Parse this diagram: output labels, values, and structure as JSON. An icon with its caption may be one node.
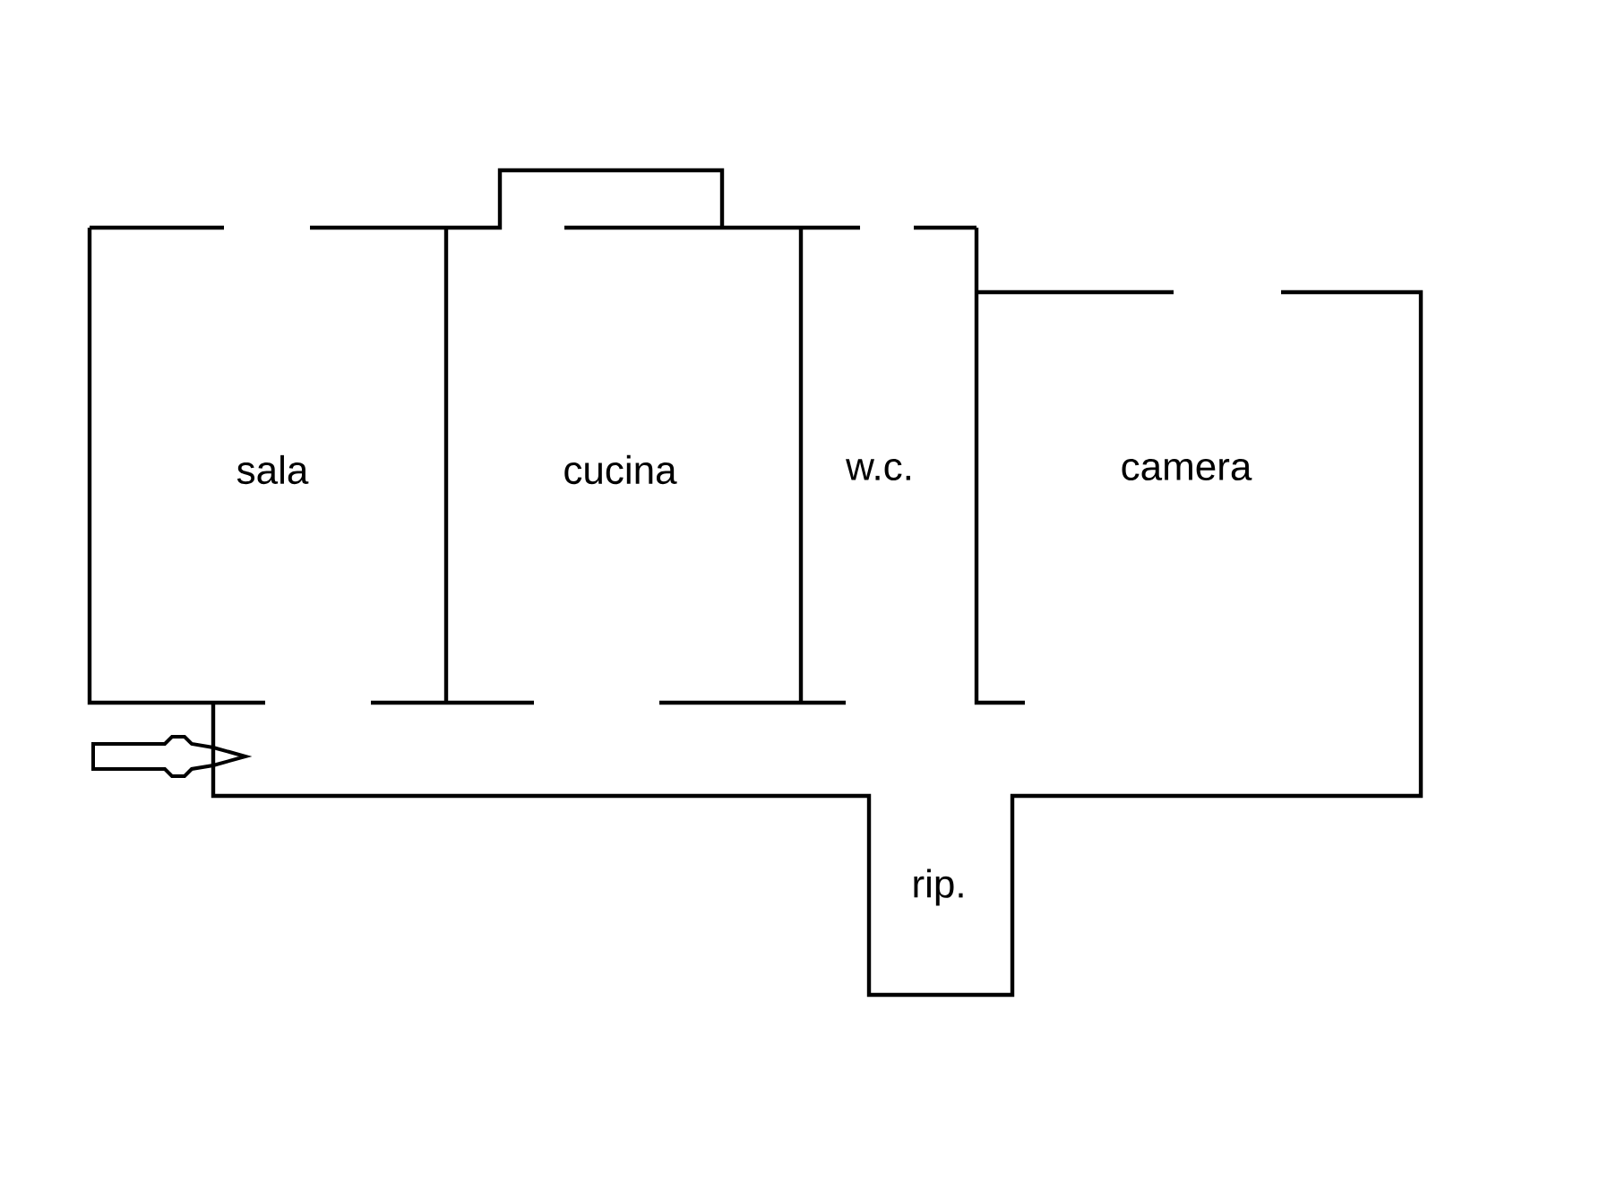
{
  "diagram": {
    "nodes": [
      {
        "text": [
          "sala"
        ]
      },
      {
        "text": [
          "cucina"
        ]
      },
      {
        "text": [
          "w.c."
        ]
      },
      {
        "text": [
          "camera"
        ]
      },
      {
        "text": [
          "rip."
        ]
      }
    ]
  }
}
